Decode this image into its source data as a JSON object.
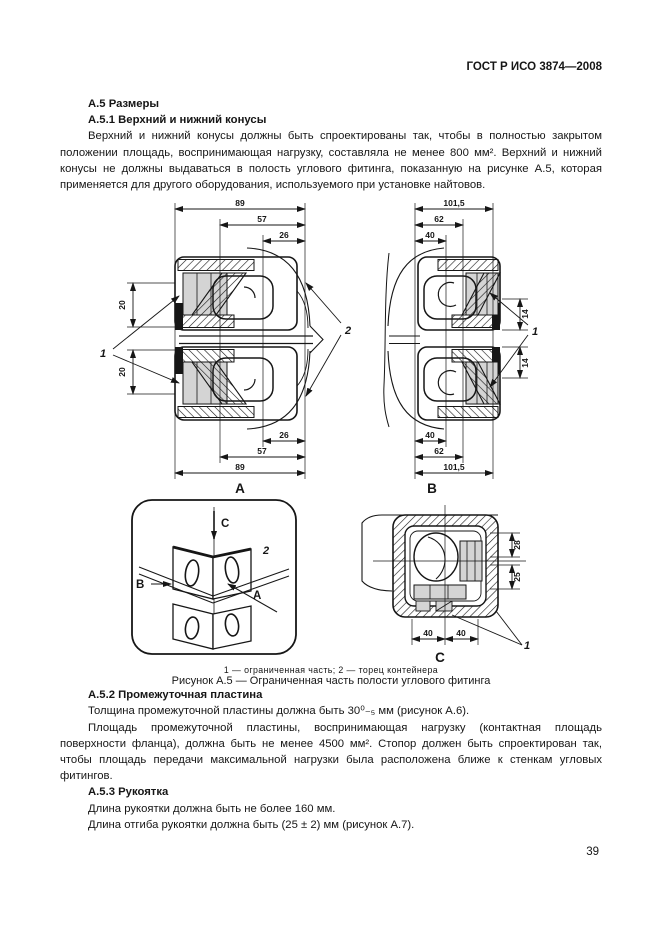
{
  "header": {
    "title": "ГОСТ Р ИСО 3874—2008"
  },
  "sections": {
    "a5": {
      "heading": "А.5 Размеры"
    },
    "a51": {
      "heading": "А.5.1 Верхний и нижний конусы",
      "paragraph": "Верхний и нижний конусы должны быть спроектированы так, чтобы в полностью закрытом положении площадь, воспринимающая нагрузку, составляла не менее 800 мм². Верхний и нижний конусы не должны выдаваться в полость углового фитинга, показанную на рисунке А.5, которая применяется для другого оборудования, используемого при установке найтовов."
    },
    "a52": {
      "heading": "А.5.2 Промежуточная пластина",
      "paragraph1": "Толщина промежуточной пластины должна быть 30⁰₋₅ мм (рисунок А.6).",
      "paragraph2": "Площадь промежуточной пластины, воспринимающая нагрузку (контактная площадь поверхности фланца), должна быть не менее 4500 мм². Стопор должен быть спроектирован так, чтобы площадь передачи максимальной нагрузки была расположена ближе к стенкам угловых фитингов."
    },
    "a53": {
      "heading": "А.5.3 Рукоятка",
      "paragraph1": "Длина рукоятки должна быть не более 160 мм.",
      "paragraph2": "Длина отгиба рукоятки должна быть (25 ± 2) мм (рисунок А.7)."
    }
  },
  "figure": {
    "legend": "1 — ограниченная часть; 2 — торец контейнера",
    "caption": "Рисунок А.5 — Ограниченная часть полости углового фитинга",
    "view_a": {
      "label": "А",
      "dim_top_89": "89",
      "dim_top_57": "57",
      "dim_top_26": "26",
      "dim_bottom_26": "26",
      "dim_bottom_57": "57",
      "dim_bottom_89": "89",
      "dim_left_top": "20",
      "dim_left_bottom": "20",
      "callout_1": "1",
      "callout_2": "2"
    },
    "view_b": {
      "label": "В",
      "dim_top_101": "101,5",
      "dim_top_62": "62",
      "dim_top_40": "40",
      "dim_bottom_40": "40",
      "dim_bottom_62": "62",
      "dim_bottom_101": "101,5",
      "dim_right_top": "14",
      "dim_right_bottom": "14",
      "callout_1": "1"
    },
    "view_iso": {
      "arrow_c": "С",
      "arrow_b": "В",
      "arrow_a": "А",
      "callout_2": "2"
    },
    "view_c": {
      "label": "С",
      "dim_bottom_left": "40",
      "dim_bottom_right": "40",
      "dim_right_top": "28",
      "dim_right_bottom": "25",
      "callout_1": "1"
    }
  },
  "footer": {
    "page_number": "39"
  },
  "colors": {
    "ink": "#161616",
    "restricted_fill": "#d4d4d4",
    "paper": "#ffffff"
  }
}
